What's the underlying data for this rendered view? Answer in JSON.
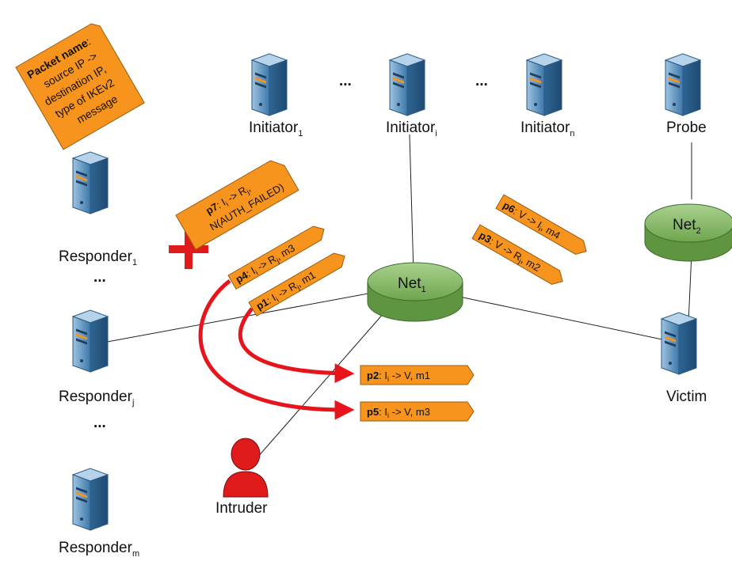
{
  "legend": {
    "title": "Packet name",
    "line1": ": ",
    "line2": "source IP ->",
    "line3": "destination IP,",
    "line4": "type of IKEv2",
    "line5": "message"
  },
  "nodes": {
    "initiator1": {
      "base": "Initiator",
      "sub": "1"
    },
    "initiatori": {
      "base": "Initiator",
      "sub": "i"
    },
    "initiatorn": {
      "base": "Initiator",
      "sub": "n"
    },
    "probe": {
      "base": "Probe",
      "sub": ""
    },
    "responder1": {
      "base": "Responder",
      "sub": "1"
    },
    "responderj": {
      "base": "Responder",
      "sub": "j"
    },
    "responderm": {
      "base": "Responder",
      "sub": "m"
    },
    "victim": {
      "base": "Victim",
      "sub": ""
    },
    "intruder": {
      "base": "Intruder",
      "sub": ""
    }
  },
  "ellipsis": "...",
  "networks": {
    "net1": {
      "base": "Net",
      "sub": "1"
    },
    "net2": {
      "base": "Net",
      "sub": "2"
    }
  },
  "packets": {
    "p1": {
      "name": "p1",
      "a": ": I",
      "as": "i",
      "b": " -> R",
      "bs": "j",
      "c": ", m1"
    },
    "p2": {
      "name": "p2",
      "a": ": I",
      "as": "i",
      "b": " -> V",
      "bs": "",
      "c": ", m1"
    },
    "p3": {
      "name": "p3",
      "a": ": V -> R",
      "as": "j",
      "b": ", m2",
      "bs": "",
      "c": ""
    },
    "p4": {
      "name": "p4",
      "a": ": I",
      "as": "i",
      "b": " -> R",
      "bs": "j",
      "c": ", m3"
    },
    "p5": {
      "name": "p5",
      "a": ": I",
      "as": "i",
      "b": " -> V",
      "bs": "",
      "c": ", m3"
    },
    "p6": {
      "name": "p6",
      "a": ": V -> I",
      "as": "i",
      "b": ", m4",
      "bs": "",
      "c": ""
    },
    "p7": {
      "name": "p7",
      "a": ": I",
      "as": "i",
      "b": " -> R",
      "bs": "j",
      "c": ",",
      "line2": "N(AUTH_FAILED)"
    }
  },
  "colors": {
    "packet_fill": "#f7941d",
    "network_fill": "#7db15e",
    "arrow": "#e8141c",
    "server_body": "#4f87b5",
    "intruder": "#e01b1b"
  }
}
